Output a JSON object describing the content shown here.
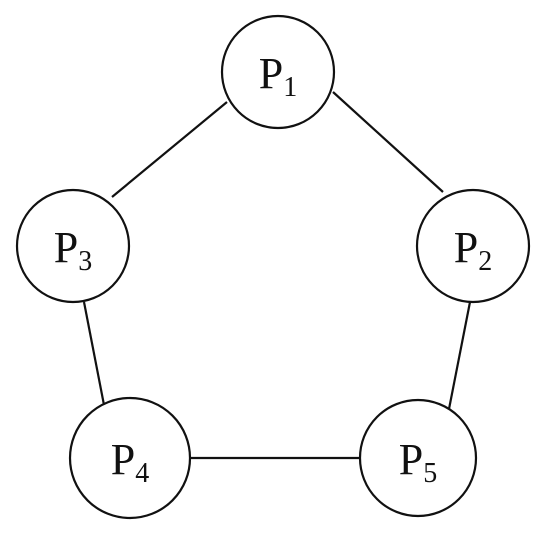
{
  "nodes": [
    {
      "id": "P1",
      "letter": "P",
      "subscript": "1"
    },
    {
      "id": "P2",
      "letter": "P",
      "subscript": "2"
    },
    {
      "id": "P3",
      "letter": "P",
      "subscript": "3"
    },
    {
      "id": "P4",
      "letter": "P",
      "subscript": "4"
    },
    {
      "id": "P5",
      "letter": "P",
      "subscript": "5"
    }
  ],
  "edges": [
    {
      "from": "P1",
      "to": "P3"
    },
    {
      "from": "P1",
      "to": "P2"
    },
    {
      "from": "P3",
      "to": "P4"
    },
    {
      "from": "P2",
      "to": "P5"
    },
    {
      "from": "P4",
      "to": "P5"
    }
  ],
  "colors": {
    "stroke": "#111111",
    "fill": "#ffffff",
    "text": "#111111"
  }
}
